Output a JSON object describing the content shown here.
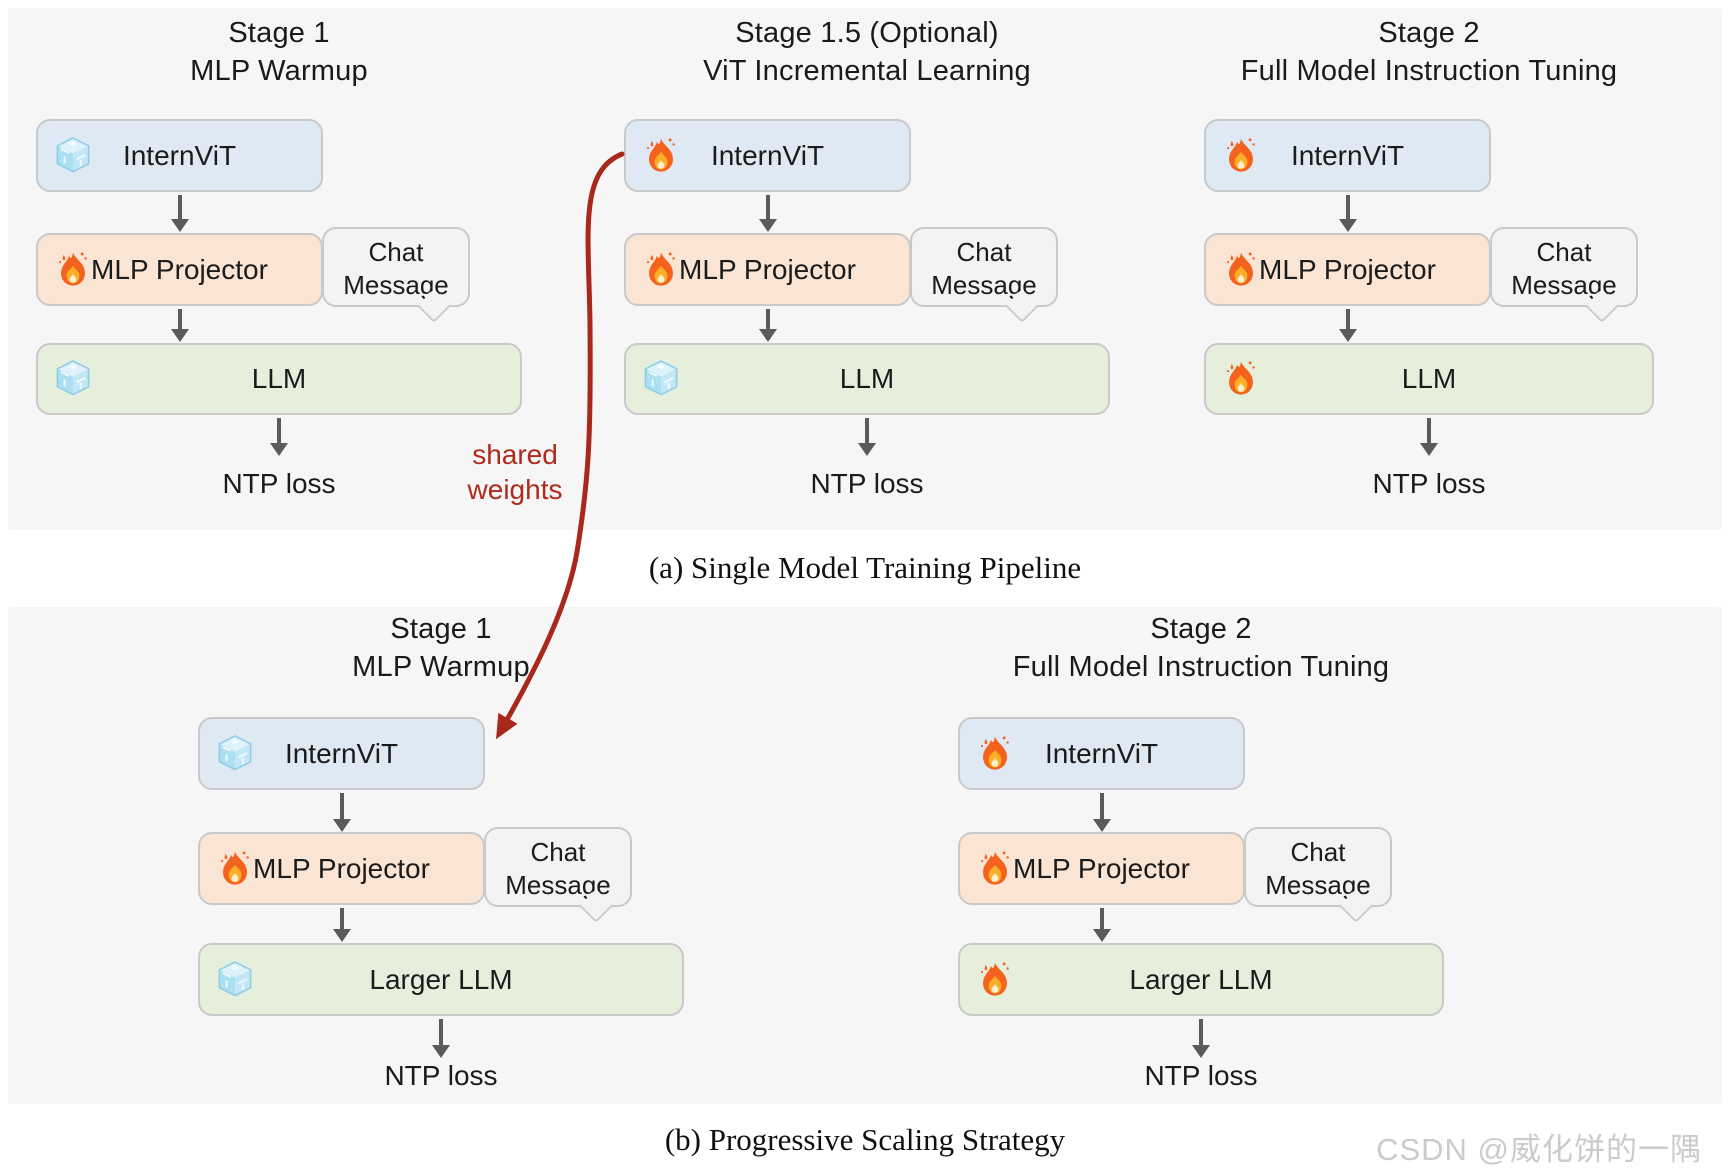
{
  "panels": [
    {
      "caption": "(a) Single Model Training Pipeline",
      "columns": [
        {
          "title_line1": "Stage 1",
          "title_line2": "MLP Warmup",
          "boxes": [
            {
              "label": "InternViT",
              "icon": "frozen"
            },
            {
              "label": "MLP Projector",
              "icon": "fire"
            },
            {
              "label": "LLM",
              "icon": "frozen"
            }
          ],
          "bubble": {
            "line1": "Chat",
            "line2": "Message"
          },
          "loss_label": "NTP loss"
        },
        {
          "title_line1": "Stage 1.5 (Optional)",
          "title_line2": "ViT Incremental Learning",
          "boxes": [
            {
              "label": "InternViT",
              "icon": "fire"
            },
            {
              "label": "MLP Projector",
              "icon": "fire"
            },
            {
              "label": "LLM",
              "icon": "frozen"
            }
          ],
          "bubble": {
            "line1": "Chat",
            "line2": "Message"
          },
          "loss_label": "NTP loss"
        },
        {
          "title_line1": "Stage 2",
          "title_line2": "Full Model Instruction Tuning",
          "boxes": [
            {
              "label": "InternViT",
              "icon": "fire"
            },
            {
              "label": "MLP Projector",
              "icon": "fire"
            },
            {
              "label": "LLM",
              "icon": "fire"
            }
          ],
          "bubble": {
            "line1": "Chat",
            "line2": "Message"
          },
          "loss_label": "NTP loss"
        }
      ]
    },
    {
      "caption": "(b) Progressive Scaling Strategy",
      "columns": [
        {
          "title_line1": "Stage 1",
          "title_line2": "MLP Warmup",
          "boxes": [
            {
              "label": "InternViT",
              "icon": "frozen"
            },
            {
              "label": "MLP Projector",
              "icon": "fire"
            },
            {
              "label": "Larger LLM",
              "icon": "frozen"
            }
          ],
          "bubble": {
            "line1": "Chat",
            "line2": "Message"
          },
          "loss_label": "NTP loss"
        },
        {
          "title_line1": "Stage 2",
          "title_line2": "Full Model Instruction Tuning",
          "boxes": [
            {
              "label": "InternViT",
              "icon": "fire"
            },
            {
              "label": "MLP Projector",
              "icon": "fire"
            },
            {
              "label": "Larger LLM",
              "icon": "fire"
            }
          ],
          "bubble": {
            "line1": "Chat",
            "line2": "Message"
          },
          "loss_label": "NTP loss"
        }
      ]
    }
  ],
  "shared_weights": {
    "line1": "shared",
    "line2": "weights"
  },
  "watermark": "CSDN @威化饼的一隅",
  "colors": {
    "panel_bg": "#f6f6f7",
    "frozen_vit_box": "#dee9f4",
    "trainable_mlp_box": "#fae4d3",
    "llm_box": "#e6efdc",
    "chat_bubble": "#f3f3f3",
    "box_border": "#c9c9c9",
    "arrow_gray": "#5b5b5b",
    "shared_weights_red": "#b02a1c"
  }
}
